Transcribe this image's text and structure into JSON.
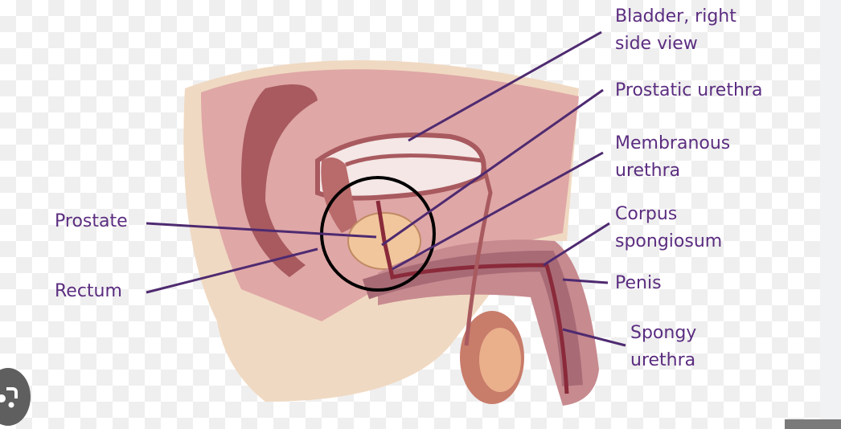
{
  "labels": {
    "bladder": "Bladder, right\nside view",
    "prostatic_urethra": "Prostatic urethra",
    "membranous_urethra": "Membranous\nurethra",
    "corpus_spongiosum": "Corpus\nspongiosum",
    "penis": "Penis",
    "spongy_urethra": "Spongy\nurethra",
    "prostate": "Prostate",
    "rectum": "Rectum"
  },
  "colors": {
    "label_text": "#5b2d80",
    "leader_line": "#4e2a70",
    "tissue_pink": "#d9a3a1",
    "highlight_circle": "#000000"
  },
  "icons": {
    "lens": "google-lens-icon"
  }
}
